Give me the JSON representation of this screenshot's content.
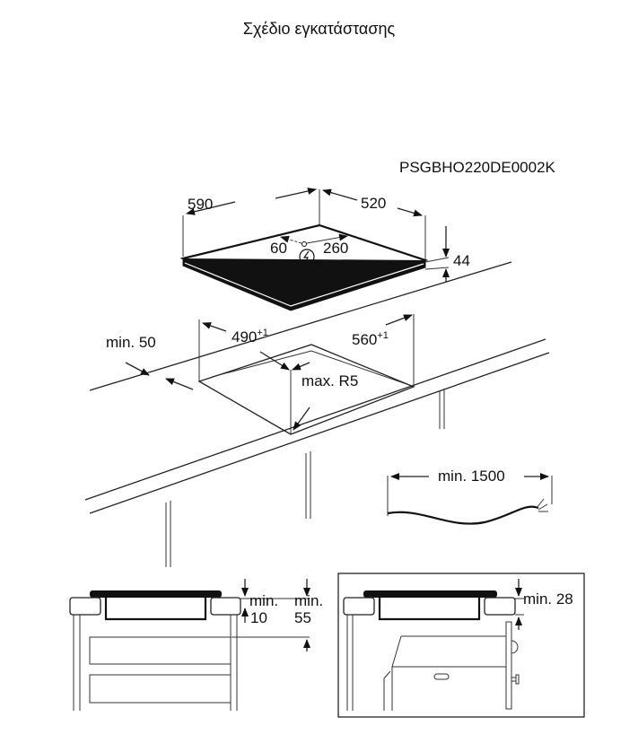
{
  "title": "Σχέδιο εγκατάστασης",
  "model_code": "PSGBHO220DE0002K",
  "hob": {
    "width": "590",
    "depth": "520",
    "height": "44",
    "conn_left": "60",
    "conn_right": "260",
    "connection_icon": "lightning-circle-icon"
  },
  "cutout": {
    "width": "490",
    "width_tol": "+1",
    "depth": "560",
    "depth_tol": "+1",
    "radius": "max. R5",
    "min_edge": "min. 50"
  },
  "cable": {
    "min_length": "min. 1500"
  },
  "section_drawer": {
    "min_a_1": "min.",
    "min_a_2": "10",
    "min_b_1": "min.",
    "min_b_2": "55"
  },
  "section_oven": {
    "min": "min. 28"
  }
}
